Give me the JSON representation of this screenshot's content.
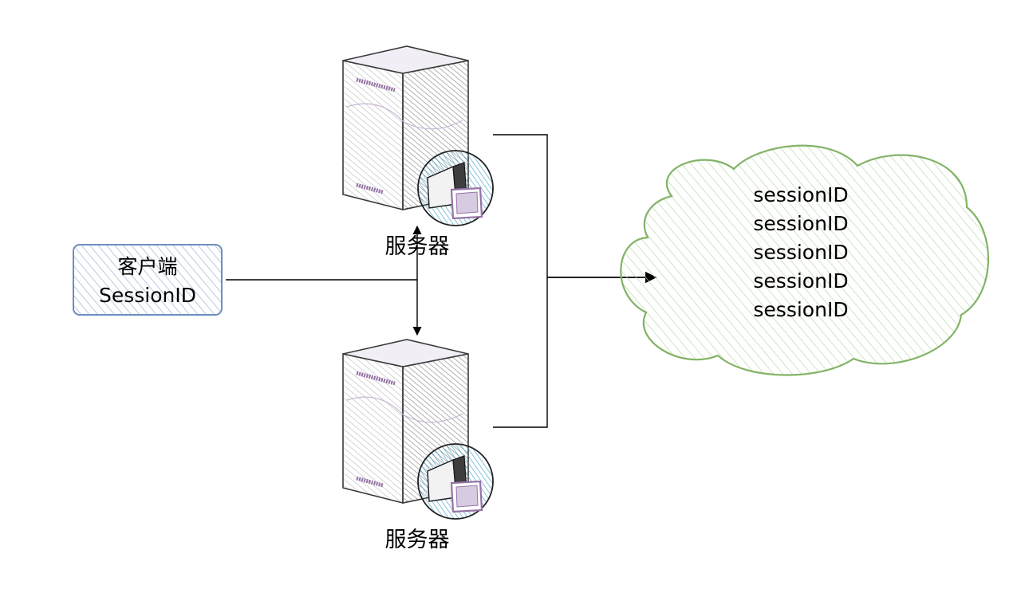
{
  "colors": {
    "background": "#ffffff",
    "client_stroke": "#6c8ebf",
    "client_hatch": "#9db4d8",
    "server_outline": "#3a3a3a",
    "server_accent": "#9673a6",
    "server_hatch": "#b8b8b8",
    "badge_hatch": "#4aa3c8",
    "cloud_stroke": "#82b366",
    "cloud_hatch": "#b7d6a3",
    "connector": "#000000"
  },
  "client": {
    "title": "客户端",
    "subtitle": "SessionID"
  },
  "servers": [
    {
      "label": "服务器",
      "icon": "server-icon"
    },
    {
      "label": "服务器",
      "icon": "server-icon"
    }
  ],
  "store": {
    "icon": "cloud-icon",
    "entries": [
      "sessionID",
      "sessionID",
      "sessionID",
      "sessionID",
      "sessionID"
    ]
  }
}
